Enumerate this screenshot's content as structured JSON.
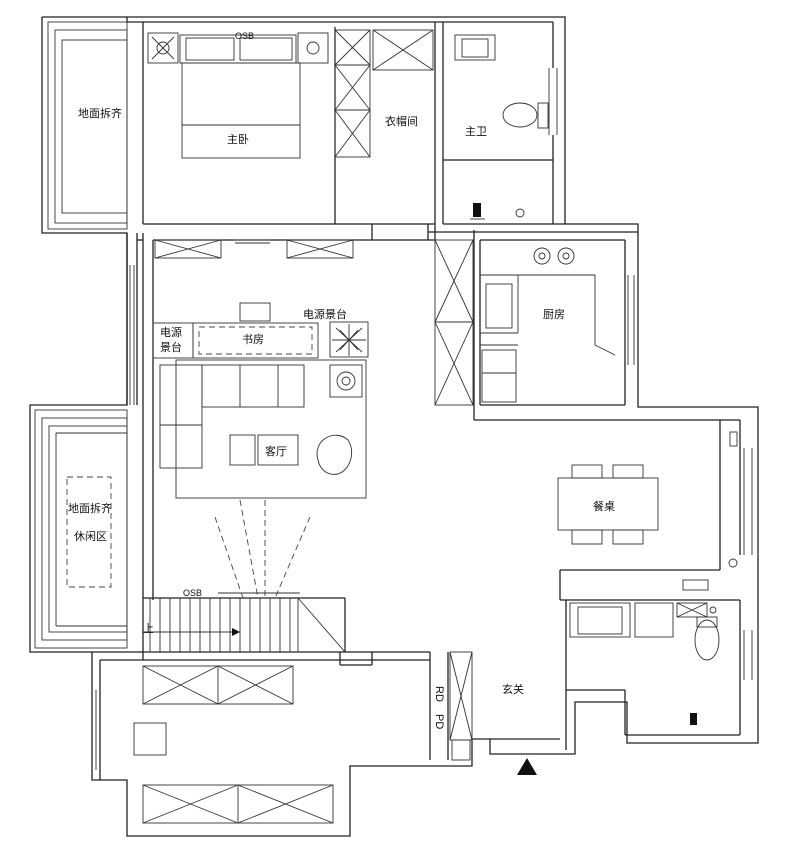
{
  "rooms": {
    "balcony_top": "地面拆齐",
    "master_bedroom": "主卧",
    "closet": "衣帽间",
    "master_bath": "主卫",
    "power_cabinet_left": "电源\n景台",
    "power_cabinet_top": "电源景台",
    "study": "书房",
    "kitchen": "厨房",
    "living_room": "客厅",
    "balcony_left_1": "地面拆齐",
    "balcony_left_2": "休闲区",
    "dining_table": "餐桌",
    "entrance": "玄关",
    "stairs_up": "上",
    "shaft_rd": "RD",
    "shaft_pd": "PD",
    "osb_top": "OSB",
    "osb_stairs": "OSB"
  },
  "colors": {
    "line": "#222222",
    "background": "#ffffff"
  },
  "icons": [
    "entrance-arrow-icon",
    "stove-icon",
    "toilet-icon",
    "floor-drain-icon"
  ]
}
